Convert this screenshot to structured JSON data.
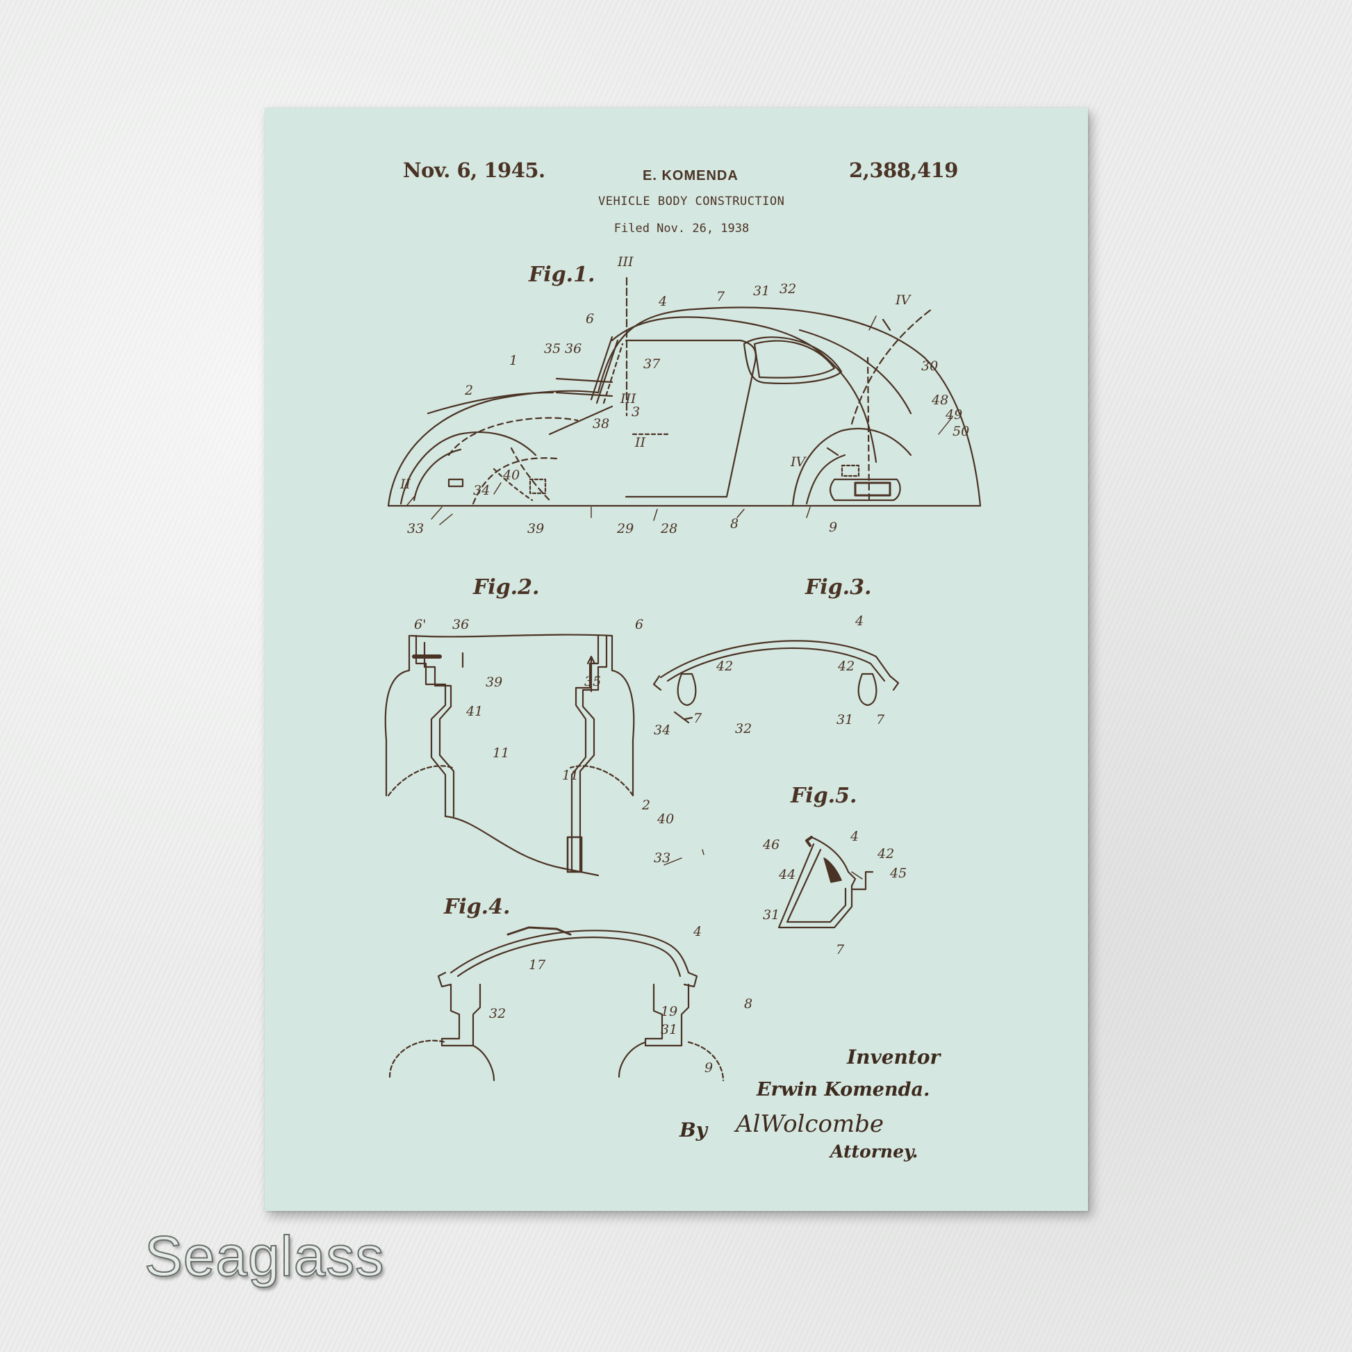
{
  "patent": {
    "date": "Nov. 6, 1945.",
    "inventor": "E. KOMENDA",
    "number": "2,388,419",
    "title": "VEHICLE BODY CONSTRUCTION",
    "filed": "Filed Nov. 26, 1938"
  },
  "figures": {
    "fig1": "Fig.1.",
    "fig2": "Fig.2.",
    "fig3": "Fig.3.",
    "fig4": "Fig.4.",
    "fig5": "Fig.5."
  },
  "fig1_labels": {
    "n1": "1",
    "n2": "2",
    "n3": "3",
    "n4": "4",
    "n6": "6",
    "n7": "7",
    "n8": "8",
    "n9": "9",
    "n28": "28",
    "n29": "29",
    "n30": "30",
    "n31": "31",
    "n32": "32",
    "n33": "33",
    "n34": "34",
    "n35": "35",
    "n36": "36",
    "n37": "37",
    "n38": "38",
    "n39": "39",
    "n40": "40",
    "n48": "48",
    "n49": "49",
    "n50": "50",
    "sec2a": "II",
    "sec2b": "II",
    "sec3a": "III",
    "sec3b": "III",
    "sec4a": "IV",
    "sec4b": "IV"
  },
  "fig2_labels": {
    "n6p": "6'",
    "n36": "36",
    "n39": "39",
    "n41": "41",
    "n11a": "11",
    "n6": "6",
    "n35": "35",
    "n34": "34",
    "n11b": "11",
    "n2": "2",
    "n40": "40",
    "n33": "33"
  },
  "fig3_labels": {
    "n4": "4",
    "n42a": "42",
    "n42b": "42",
    "n7a": "7",
    "n32": "32",
    "n31": "31",
    "n7b": "7"
  },
  "fig4_labels": {
    "n4": "4",
    "n17": "17",
    "n32": "32",
    "n19": "19",
    "n8": "8",
    "n31": "31",
    "n9": "9"
  },
  "fig5_labels": {
    "n46": "46",
    "n4": "4",
    "n42": "42",
    "n44": "44",
    "n45": "45",
    "n31": "31",
    "n7": "7"
  },
  "signature": {
    "inventor_title": "Inventor",
    "inventor_name": "Erwin Komenda.",
    "by": "By",
    "attorney_name": "AlWolcombe",
    "attorney_title": "Attorney."
  },
  "caption": "Seaglass",
  "colors": {
    "print_background": "#d5e7e1",
    "ink": "#4a3324",
    "wall": "#ecedec"
  }
}
